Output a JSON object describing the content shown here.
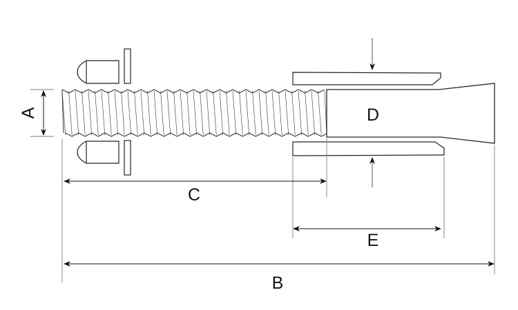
{
  "diagram": {
    "labels": {
      "a": "A",
      "b": "B",
      "c": "C",
      "d": "D",
      "e": "E"
    },
    "colors": {
      "stroke": "#222222",
      "dimension": "#777777"
    }
  }
}
